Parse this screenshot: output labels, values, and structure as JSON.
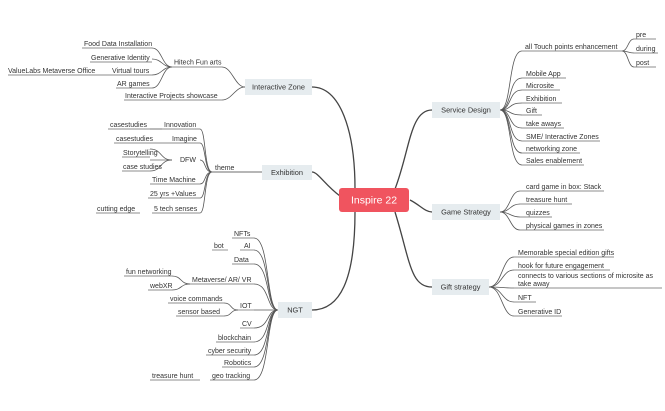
{
  "root": {
    "label": "Inspire 22",
    "color": "#f0545f"
  },
  "branches": {
    "interactive_zone": {
      "label": "Interactive Zone",
      "hitech": "Hitech Fun arts",
      "food": "Food Data Installation",
      "generative": "Generative Identity",
      "virtual": "Virtual tours",
      "valuelabs": "ValueLabs Metaverse Office",
      "ar": "AR games",
      "showcase": "Interactive Projects showcase"
    },
    "exhibition": {
      "label": "Exhibition",
      "theme": "theme",
      "innovation": "Innovation",
      "cs1": "casestudies",
      "imagine": "Imagine",
      "cs2": "casestudies",
      "dfw": "DFW",
      "storytelling": "Storytelling",
      "cs3": "case studies",
      "timemachine": "Time Machine",
      "values": "25 yrs +Values",
      "senses": "5 tech senses",
      "edge": "cutting edge"
    },
    "ngt": {
      "label": "NGT",
      "nfts": "NFTs",
      "ai": "AI",
      "bot": "bot",
      "data": "Data",
      "metaverse": "Metaverse/ AR/ VR",
      "funnet": "fun networking",
      "webxr": "webXR",
      "iot": "IOT",
      "voice": "voice commands",
      "sensor": "sensor based",
      "cv": "CV",
      "blockchain": "blockchain",
      "cyber": "cyber security",
      "robotics": "Robotics",
      "geo": "geo tracking",
      "treasure": "treasure hunt"
    },
    "service_design": {
      "label": "Service Design",
      "touch": "all Touch points enhancement",
      "pre": "pre",
      "during": "during",
      "post": "post",
      "items": [
        "Mobile App",
        "Microsite",
        "Exhibition",
        "Gift",
        "take aways",
        "SME/ Interactive Zones",
        "networking zone",
        "Sales enablement"
      ]
    },
    "game_strategy": {
      "label": "Game Strategy",
      "items": [
        "card game in box: Stack",
        "treasure hunt",
        "quizzes",
        "physical games in zones"
      ]
    },
    "gift_strategy": {
      "label": "Gift strategy",
      "items": [
        "Memorable special edition gifts",
        "hook for future engagement",
        "connects to various sections of microsite as",
        "NFT",
        "Generative ID"
      ],
      "connects_line2": "take away"
    }
  }
}
